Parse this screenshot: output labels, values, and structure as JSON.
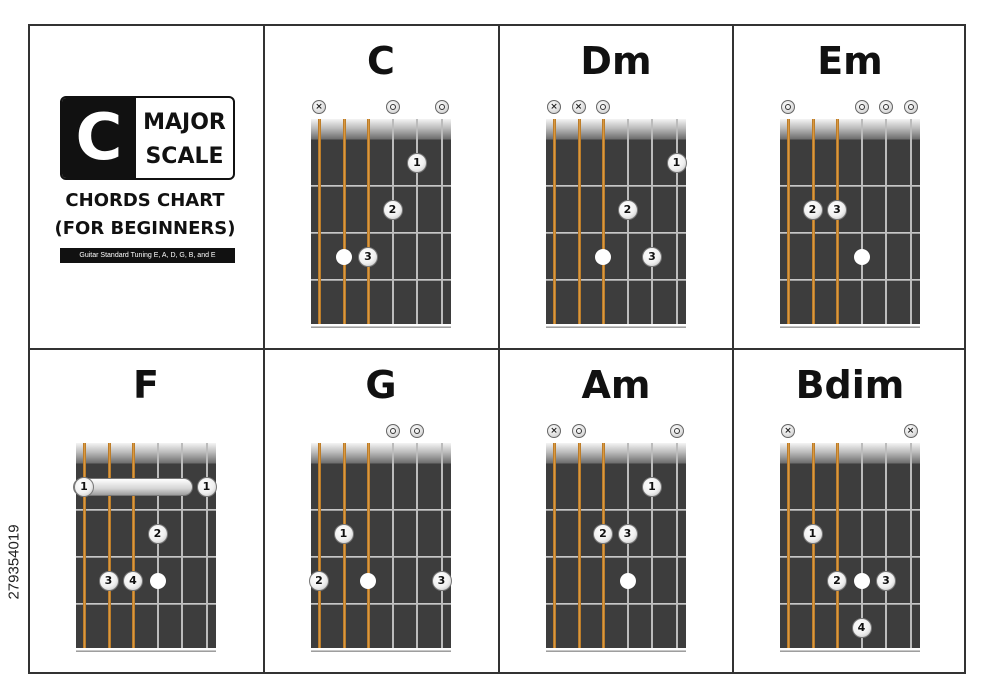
{
  "header": {
    "key_letter": "C",
    "line1": "MAJOR",
    "line2": "SCALE",
    "subtitle1": "CHORDS CHART",
    "subtitle2": "(FOR BEGINNERS)",
    "tuning": "Guitar Standard Tuning E, A, D, G, B, and E"
  },
  "side_id": "279354019",
  "colors": {
    "fretboard": "#3d3d3d",
    "wound_string": "#d9973e",
    "plain_string": "#cfcfcf",
    "grid": "#333333"
  },
  "chords": [
    {
      "name": "C",
      "marks": [
        "x",
        "",
        "",
        "o",
        "",
        "o"
      ],
      "fingers": [
        {
          "s": 5,
          "f": 1,
          "label": "1"
        },
        {
          "s": 4,
          "f": 2,
          "label": "2"
        },
        {
          "s": 3,
          "f": 3,
          "label": "3"
        }
      ],
      "roots": [
        {
          "s": 2,
          "f": 3
        }
      ]
    },
    {
      "name": "Dm",
      "marks": [
        "x",
        "x",
        "o",
        "",
        "",
        ""
      ],
      "fingers": [
        {
          "s": 6,
          "f": 1,
          "label": "1"
        },
        {
          "s": 4,
          "f": 2,
          "label": "2"
        },
        {
          "s": 5,
          "f": 3,
          "label": "3"
        }
      ],
      "roots": [
        {
          "s": 3,
          "f": 3
        }
      ]
    },
    {
      "name": "Em",
      "marks": [
        "o",
        "",
        "",
        "o",
        "o",
        "o"
      ],
      "fingers": [
        {
          "s": 2,
          "f": 2,
          "label": "2"
        },
        {
          "s": 3,
          "f": 2,
          "label": "3"
        }
      ],
      "roots": [
        {
          "s": 4,
          "f": 3
        }
      ]
    },
    {
      "name": "F",
      "marks": [
        "",
        "",
        "",
        "",
        "",
        ""
      ],
      "barre": {
        "from": 1,
        "to": 5,
        "f": 1,
        "label": "1"
      },
      "fingers": [
        {
          "s": 1,
          "f": 1,
          "label": "1"
        },
        {
          "s": 6,
          "f": 1,
          "label": "1"
        },
        {
          "s": 4,
          "f": 2,
          "label": "2"
        },
        {
          "s": 2,
          "f": 3,
          "label": "3"
        },
        {
          "s": 3,
          "f": 3,
          "label": "4"
        }
      ],
      "roots": [
        {
          "s": 4,
          "f": 3
        }
      ]
    },
    {
      "name": "G",
      "marks": [
        "",
        "",
        "",
        "o",
        "o",
        ""
      ],
      "fingers": [
        {
          "s": 2,
          "f": 2,
          "label": "1"
        },
        {
          "s": 1,
          "f": 3,
          "label": "2"
        },
        {
          "s": 6,
          "f": 3,
          "label": "3"
        }
      ],
      "roots": [
        {
          "s": 3,
          "f": 3
        }
      ]
    },
    {
      "name": "Am",
      "marks": [
        "x",
        "o",
        "",
        "",
        "",
        "o"
      ],
      "fingers": [
        {
          "s": 5,
          "f": 1,
          "label": "1"
        },
        {
          "s": 3,
          "f": 2,
          "label": "2"
        },
        {
          "s": 4,
          "f": 2,
          "label": "3"
        }
      ],
      "roots": [
        {
          "s": 4,
          "f": 3
        }
      ]
    },
    {
      "name": "Bdim",
      "marks": [
        "x",
        "",
        "",
        "",
        "",
        "x"
      ],
      "fingers": [
        {
          "s": 2,
          "f": 2,
          "label": "1"
        },
        {
          "s": 3,
          "f": 3,
          "label": "2"
        },
        {
          "s": 5,
          "f": 3,
          "label": "3"
        },
        {
          "s": 4,
          "f": 4,
          "label": "4"
        }
      ],
      "roots": [
        {
          "s": 4,
          "f": 3
        }
      ]
    }
  ]
}
